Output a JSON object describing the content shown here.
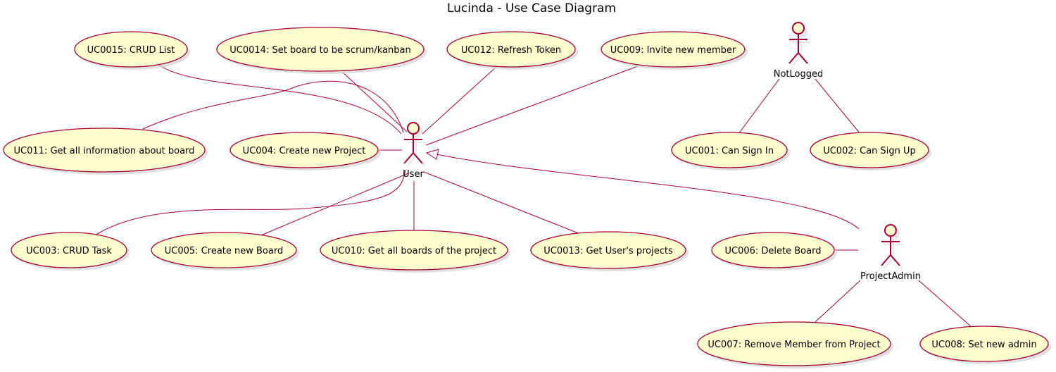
{
  "title": "Lucinda - Use Case Diagram",
  "colors": {
    "stroke": "#a80036",
    "fill": "#fefece",
    "shadow": "#d8d8d8"
  },
  "actors": [
    {
      "id": "user",
      "label": "User"
    },
    {
      "id": "notlogged",
      "label": "NotLogged"
    },
    {
      "id": "projectadmin",
      "label": "ProjectAdmin"
    }
  ],
  "use_cases": [
    {
      "id": "uc0015",
      "label": "UC0015: CRUD List"
    },
    {
      "id": "uc0014",
      "label": "UC0014: Set board to be scrum/kanban"
    },
    {
      "id": "uc012",
      "label": "UC012: Refresh Token"
    },
    {
      "id": "uc009",
      "label": "UC009: Invite new member"
    },
    {
      "id": "uc011",
      "label": "UC011: Get all information about board"
    },
    {
      "id": "uc004",
      "label": "UC004: Create new Project"
    },
    {
      "id": "uc001",
      "label": "UC001: Can Sign In"
    },
    {
      "id": "uc002",
      "label": "UC002: Can Sign Up"
    },
    {
      "id": "uc003",
      "label": "UC003: CRUD Task"
    },
    {
      "id": "uc005",
      "label": "UC005: Create new Board"
    },
    {
      "id": "uc010",
      "label": "UC010: Get all boards of the project"
    },
    {
      "id": "uc0013",
      "label": "UC0013: Get User's projects"
    },
    {
      "id": "uc006",
      "label": "UC006: Delete Board"
    },
    {
      "id": "uc007",
      "label": "UC007: Remove Member from Project"
    },
    {
      "id": "uc008",
      "label": "UC008: Set new admin"
    }
  ],
  "associations": [
    {
      "from": "user",
      "to": "uc0015"
    },
    {
      "from": "user",
      "to": "uc0014"
    },
    {
      "from": "user",
      "to": "uc012"
    },
    {
      "from": "user",
      "to": "uc009"
    },
    {
      "from": "user",
      "to": "uc011"
    },
    {
      "from": "user",
      "to": "uc004"
    },
    {
      "from": "user",
      "to": "uc003"
    },
    {
      "from": "user",
      "to": "uc005"
    },
    {
      "from": "user",
      "to": "uc010"
    },
    {
      "from": "user",
      "to": "uc0013"
    },
    {
      "from": "notlogged",
      "to": "uc001"
    },
    {
      "from": "notlogged",
      "to": "uc002"
    },
    {
      "from": "projectadmin",
      "to": "uc006"
    },
    {
      "from": "projectadmin",
      "to": "uc007"
    },
    {
      "from": "projectadmin",
      "to": "uc008"
    }
  ],
  "generalizations": [
    {
      "child": "projectadmin",
      "parent": "user"
    }
  ]
}
